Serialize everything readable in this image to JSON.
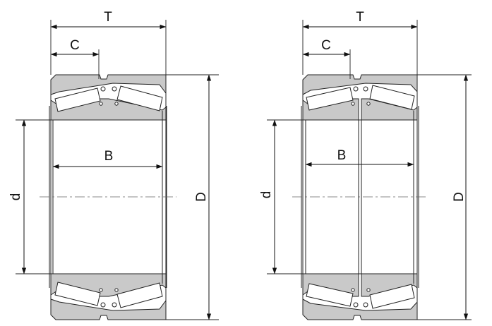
{
  "left_bearing": {
    "labels": {
      "T": "T",
      "C": "C",
      "B": "B",
      "d": "d",
      "D": "D"
    }
  },
  "right_bearing": {
    "labels": {
      "T": "T",
      "C": "C",
      "B": "B",
      "d": "d",
      "D": "D"
    }
  }
}
